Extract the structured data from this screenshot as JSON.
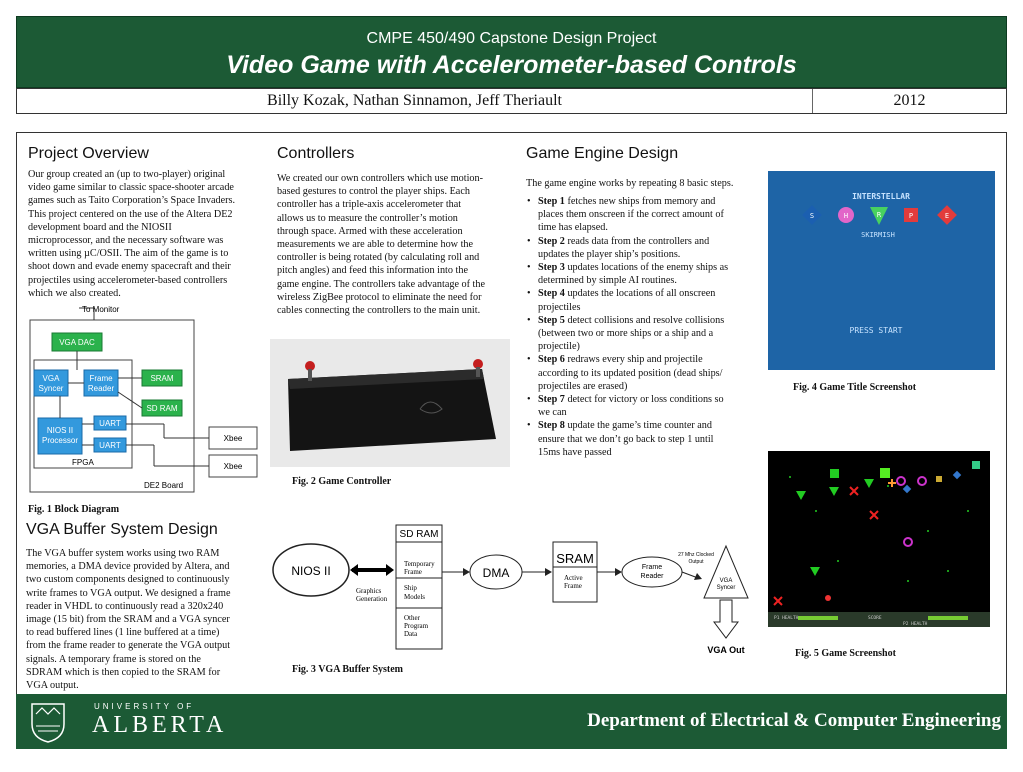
{
  "header": {
    "course": "CMPE 450/490 Capstone Design Project",
    "title": "Video Game with Accelerometer-based Controls",
    "authors": "Billy Kozak, Nathan Sinnamon, Jeff Theriault",
    "year": "2012"
  },
  "overview": {
    "title": "Project Overview",
    "lines": [
      "Our group created an (up to two-player) original",
      "video game similar to classic space-shooter arcade",
      "games such as Taito Corporation’s Space Invaders.",
      "This project centered on the use of the Altera DE2",
      "development board and the NIOSII",
      "microprocessor, and the necessary software was",
      "written using µC/OSII. The aim of the game is to",
      "shoot down and evade enemy spacecraft and their",
      "projectiles using accelerometer-based controllers",
      "which we also created."
    ]
  },
  "block_diagram": {
    "to_monitor": "To Monitor",
    "vga_dac": "VGA DAC",
    "vga_syncer": [
      "VGA",
      "Syncer"
    ],
    "frame_reader": [
      "Frame",
      "Reader"
    ],
    "sram": "SRAM",
    "sd_ram": "SD RAM",
    "uart1": "UART",
    "uart2": "UART",
    "nios": [
      "NIOS II",
      "Processor"
    ],
    "fpga": "FPGA",
    "de2": "DE2 Board",
    "xbee1": "Xbee",
    "xbee2": "Xbee",
    "caption": "Fig. 1 Block Diagram"
  },
  "vga_section": {
    "title": "VGA Buffer System Design",
    "lines": [
      "The VGA buffer system works using two RAM",
      "memories, a DMA device provided by Altera, and",
      "two custom components designed to continuously",
      "write frames to VGA output. We designed a frame",
      "reader in VHDL to continuously read a 320x240",
      "image (15 bit) from the SRAM  and a VGA syncer",
      "to read buffered lines (1 line buffered at a time)",
      "from the frame reader to generate the VGA output",
      "signals. A temporary frame is stored on the",
      "SDRAM which is then copied to the SRAM for",
      "VGA output."
    ]
  },
  "controllers": {
    "title": "Controllers",
    "lines": [
      "We created our own controllers which use motion-",
      "based gestures to control the player ships. Each",
      "controller has a triple-axis accelerometer that",
      "allows us to measure the controller’s motion",
      "through space. Armed with these acceleration",
      "measurements we are able to determine how the",
      "controller is being rotated (by calculating roll and",
      "pitch angles) and feed this information into the",
      "game engine. The controllers take advantage of the",
      "wireless ZigBee protocol to eliminate the need for",
      "cables connecting the controllers to the main unit."
    ],
    "caption": "Fig. 2 Game Controller"
  },
  "vga_diagram": {
    "nios": "NIOS II",
    "graphics": [
      "Graphics",
      "Generation"
    ],
    "sdram_title": "SD RAM",
    "temp_frame": [
      "Temporary",
      "Frame"
    ],
    "ship_models": [
      "Ship",
      "Models"
    ],
    "other": [
      "Other",
      "Program",
      "Data"
    ],
    "dma": "DMA",
    "sram": "SRAM",
    "active_frame": [
      "Active",
      "Frame"
    ],
    "frame_reader": [
      "Frame",
      "Reader"
    ],
    "clock": [
      "27 Mhz Clocked",
      "Output"
    ],
    "vga_syncer": [
      "VGA",
      "Syncer"
    ],
    "vga_out": "VGA Out",
    "caption": "Fig. 3 VGA Buffer System"
  },
  "engine": {
    "title": "Game Engine Design",
    "intro": "The game engine works by repeating 8 basic steps.",
    "steps": [
      {
        "label": "Step 1",
        "lines": [
          " fetches new ships from memory and",
          "places them onscreen if the correct amount of",
          "time has elapsed."
        ]
      },
      {
        "label": "Step 2",
        "lines": [
          "  reads data from the controllers and",
          "updates the  player ship’s positions."
        ]
      },
      {
        "label": "Step 3",
        "lines": [
          " updates locations of the enemy ships as",
          "determined by simple AI routines."
        ]
      },
      {
        "label": "Step 4",
        "lines": [
          " updates the locations of all onscreen",
          "projectiles"
        ]
      },
      {
        "label": "Step 5",
        "lines": [
          " detect collisions and resolve collisions",
          "(between two or more ships or a ship and a",
          "projectile)"
        ]
      },
      {
        "label": "Step 6",
        "lines": [
          " redraws every ship and projectile",
          "according to its updated position (dead ships/",
          "projectiles are erased)"
        ]
      },
      {
        "label": "Step 7",
        "lines": [
          " detect for victory or loss conditions so",
          "we can"
        ]
      },
      {
        "label": "Step 8",
        "lines": [
          " update the game’s time counter and",
          "ensure that we don’t go back to step 1 until",
          "15ms have passed"
        ]
      }
    ]
  },
  "title_screen": {
    "line1": "INTERSTELLAR",
    "letters": [
      "S",
      "H",
      "R",
      "P",
      "E"
    ],
    "line2": "SKIRMISH",
    "press": "PRESS START",
    "caption": "Fig. 4 Game Title Screenshot"
  },
  "game_screen": {
    "hud_left": "P1 HEALTH",
    "hud_mid": "SCORE",
    "hud_right": "P2 HEALTH",
    "caption": "Fig. 5 Game Screenshot"
  },
  "footer": {
    "univ_small": "UNIVERSITY OF",
    "univ_big": "ALBERTA",
    "dept": "Department of Electrical & Computer Engineering"
  }
}
